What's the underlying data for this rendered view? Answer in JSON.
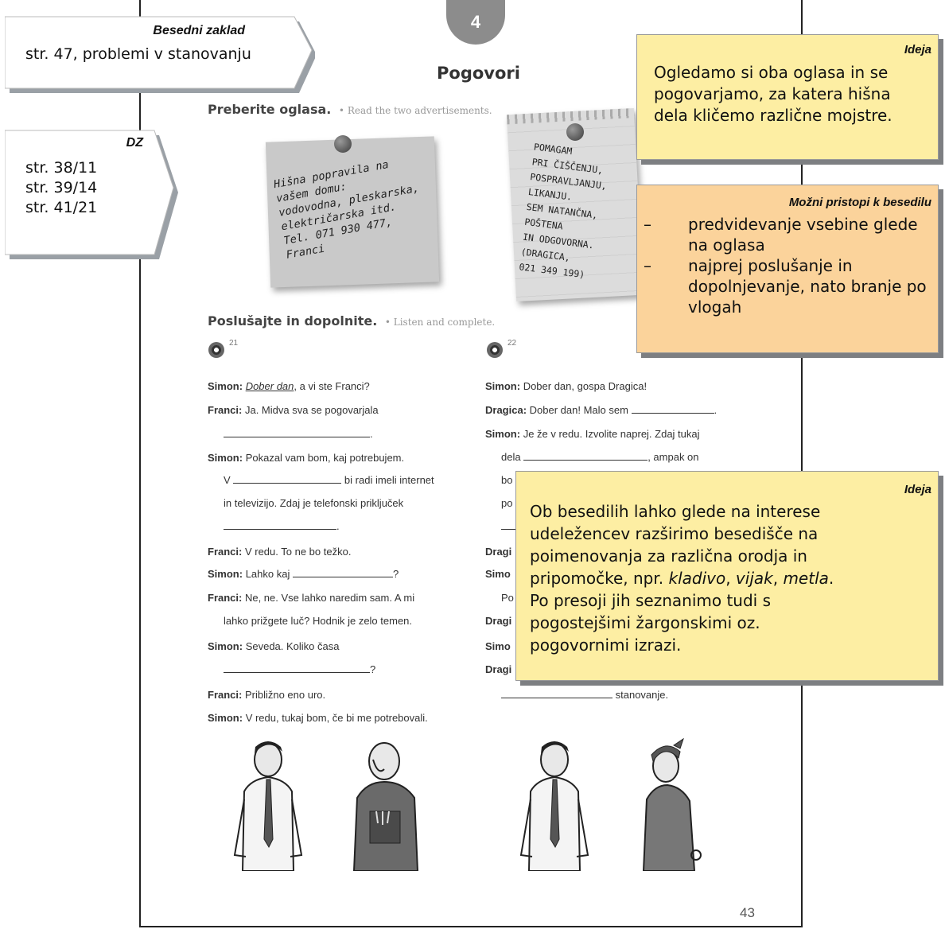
{
  "page": {
    "chapter": "4",
    "title": "Pogovori",
    "page_number": "43"
  },
  "task1": {
    "sl": "Preberite oglasa.",
    "en": "Read the two advertisements."
  },
  "ad1": {
    "lines": [
      "Hišna popravila na",
      "vašem domu:",
      "vodovodna, pleskarska,",
      "električarska itd.",
      "Tel. 071 930 477,",
      "Franci"
    ]
  },
  "ad2": {
    "lines": [
      "POMAGAM",
      "PRI ČIŠČENJU,",
      "POSPRAVLJANJU,",
      "LIKANJU.",
      "SEM NATANČNA,",
      "POŠTENA",
      "IN ODGOVORNA.",
      "(DRAGICA,",
      "021 349 199)"
    ]
  },
  "task2": {
    "sl": "Poslušajte in dopolnite.",
    "en": "Listen and complete."
  },
  "track_left": "21",
  "track_right": "22",
  "dialog_left": [
    {
      "speaker": "Simon:",
      "pre": "",
      "under": "Dober dan",
      "post": ", a vi ste Franci?"
    },
    {
      "speaker": "Franci:",
      "text": "Ja. Midva sva se pogovarjala"
    },
    {
      "tail": "."
    },
    {
      "speaker": "Simon:",
      "text": "Pokazal vam bom, kaj potrebujem."
    },
    {
      "pre": "V",
      "post": "bi radi imeli internet"
    },
    {
      "text": "in televizijo. Zdaj je telefonski priključek"
    },
    {
      "tail": "."
    },
    {
      "speaker": "Franci:",
      "text": "V redu. To ne bo težko."
    },
    {
      "speaker": "Simon:",
      "pre": "Lahko kaj",
      "post": "?"
    },
    {
      "speaker": "Franci:",
      "text": "Ne, ne. Vse lahko naredim sam. A mi"
    },
    {
      "text": "lahko prižgete luč? Hodnik je zelo temen."
    },
    {
      "speaker": "Simon:",
      "text": "Seveda. Koliko časa"
    },
    {
      "tail": "?"
    },
    {
      "speaker": "Franci:",
      "text": "Približno eno uro."
    },
    {
      "speaker": "Simon:",
      "text": "V redu, tukaj bom, če bi me potrebovali."
    }
  ],
  "dialog_right": [
    {
      "speaker": "Simon:",
      "text": "Dober dan, gospa Dragica!"
    },
    {
      "speaker": "Dragica:",
      "pre": "Dober dan! Malo sem",
      "post": "."
    },
    {
      "speaker": "Simon:",
      "text": "Je že v redu. Izvolite naprej. Zdaj tukaj"
    },
    {
      "pre": "dela",
      "post": ", ampak on"
    },
    {
      "partial": "bo"
    },
    {
      "partial": "po"
    },
    {
      "partial": ""
    },
    {
      "partial": "Dragi"
    },
    {
      "partial": "Simo"
    },
    {
      "partial": "Po"
    },
    {
      "partial": "Dragi"
    },
    {
      "partial": "Simo"
    },
    {
      "partial": "Dragi"
    },
    {
      "post": "stanovanje."
    }
  ],
  "callout_vocab": {
    "title": "Besedni zaklad",
    "text": "str. 47, problemi v stanovanju"
  },
  "callout_dz": {
    "title": "DZ",
    "lines": [
      "str. 38/11",
      "str. 39/14",
      "str. 41/21"
    ]
  },
  "idea1": {
    "title": "Ideja",
    "text": "Ogledamo si oba oglasa in se pogovarjamo, za katera hišna dela kličemo različne mojstre."
  },
  "approaches": {
    "title": "Možni pristopi k besedilu",
    "items": [
      "predvidevanje vsebine glede na oglasa",
      "najprej poslušanje in dopolnjevanje, nato branje po vlogah"
    ]
  },
  "idea2": {
    "title": "Ideja",
    "pre": "Ob besedilih lahko glede na interese udeležencev razširimo besedišče na poimenovanja za različna orodja in pripomočke, npr. ",
    "w1": "kladivo",
    "sep1": ", ",
    "w2": "vijak",
    "sep2": ", ",
    "w3": "metla",
    "post": ". Po presoji jih seznanimo tudi s pogostejšimi žargonskimi oz. pogovornimi izrazi."
  },
  "colors": {
    "yellow_box": "#fdeea3",
    "orange_box": "#fbd39b",
    "shadow": "#7d7f82"
  }
}
